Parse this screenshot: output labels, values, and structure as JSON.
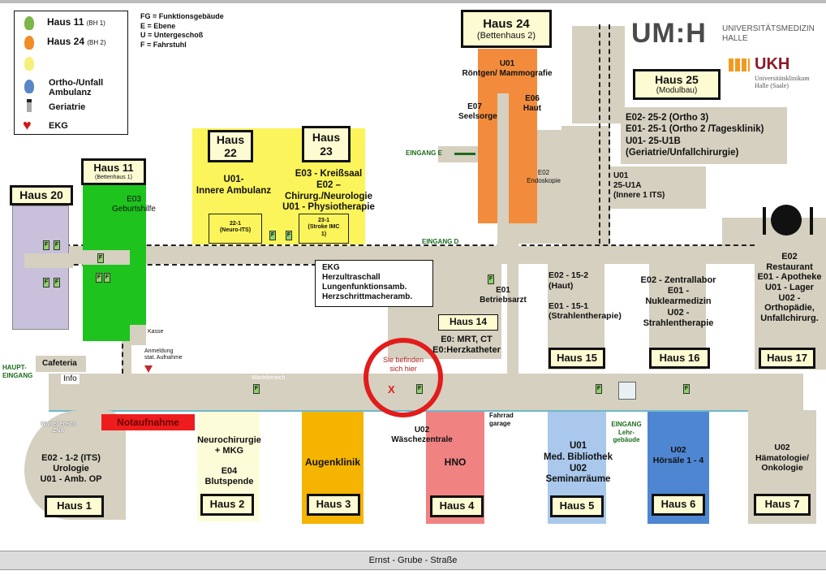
{
  "legend": {
    "items": [
      {
        "icon": "footprint-green",
        "label": "Haus 11",
        "sub": "(BH 1)",
        "color": "#7ab648"
      },
      {
        "icon": "footprint-orange",
        "label": "Haus 24",
        "sub": "(BH 2)",
        "color": "#f28c28"
      },
      {
        "icon": "footprint-yellow",
        "label": "",
        "color": "#f5f07a"
      },
      {
        "icon": "footprint-blue",
        "label": "Ortho-/Unfall Ambulanz",
        "color": "#5b86c5"
      },
      {
        "icon": "walker-person",
        "label": "Geriatrie"
      },
      {
        "icon": "heart",
        "label": "EKG",
        "color": "#d01818"
      }
    ]
  },
  "abbreviations": [
    "FG  = Funktionsgebäude",
    "E     = Ebene",
    "U    = Untergeschoß",
    "F     = Fahrstuhl"
  ],
  "logos": {
    "umh": "UM:H",
    "umh_text": "UNIVERSITÄTSMEDIZIN\nHALLE",
    "ukh": "UKH",
    "ukh_text": "Universitätsklinikum\nHalle (Saale)"
  },
  "buildings": {
    "h24": {
      "title": "Haus 24",
      "sub": "(Bettenhaus 2)",
      "u01": "U01\nRöntgen/ Mammografie",
      "e07": "E07\nSeelsorge",
      "e06": "E06\nHaut",
      "e02": "E02\nEndoskopie",
      "color": "#f28c3c"
    },
    "h25": {
      "title": "Haus 25",
      "sub": "(Modulbau)",
      "info": "E02- 25-2 (Ortho 3)\nE01- 25-1 (Ortho 2 /Tagesklinik)\nU01- 25-U1B\n(Geriatrie/Unfallchirurgie)",
      "info2": "U01\n25-U1A\n(Innere 1 ITS)"
    },
    "h22": {
      "title": "Haus\n22",
      "info": "U01-\nInnere Ambulanz",
      "room": "22-1\n(Neuro-ITS)"
    },
    "h23": {
      "title": "Haus\n23",
      "info": "E03 - Kreißsaal\nE02 –\nChirurg./Neurologie\nU01 - Physiotherapie",
      "room": "23-1\n(Stroke IMC\n1)",
      "color": "#fbf45a"
    },
    "h11": {
      "title": "Haus 11",
      "sub": "(Bettenhaus 1)",
      "info": "E03\nGeburtshilfe",
      "color": "#1ec31e"
    },
    "h20": {
      "title": "Haus 20",
      "color": "#c9c0dc"
    },
    "ekg": "EKG\nHerzultraschall\nLungenfunktionsamb.\nHerzschrittmacheramb.",
    "h14": {
      "title": "Haus 14",
      "info": "E0: MRT, CT\nE0:Herzkatheter"
    },
    "betriebsarzt": "E01\nBetriebsarzt",
    "h15": {
      "title": "Haus 15",
      "info": "E02 - 15-2\n(Haut)\n\nE01 - 15-1\n(Strahlentherapie)"
    },
    "h16": {
      "title": "Haus 16",
      "info": "E02 - Zentrallabor\nE01 -\nNuklearmedizin\nU02 -\nStrahlentherapie"
    },
    "h17": {
      "title": "Haus 17",
      "info": "E02\nRestaurant\nE01 - Apotheke\nU01 - Lager\nU02 -\nOrthopädie,\nUnfallchirurg."
    },
    "h1": {
      "title": "Haus 1",
      "info": "E02 - 1-2 (ITS)\nUrologie\nU01 - Amb. OP"
    },
    "h2": {
      "title": "Haus 2",
      "info": "Neurochirurgie\n+ MKG\n\nE04\nBlutspende"
    },
    "h3": {
      "title": "Haus 3",
      "info": "Augenklinik",
      "color": "#f5b400"
    },
    "h4": {
      "title": "Haus 4",
      "info": "HNO",
      "u02": "U02\nWäschezentrale",
      "color": "#f08282"
    },
    "h5": {
      "title": "Haus 5",
      "info": "U01\nMed. Bibliothek\nU02\nSeminarräume",
      "color": "#a9c8ec"
    },
    "h6": {
      "title": "Haus 6",
      "info": "U02\nHörsäle 1 - 4",
      "color": "#4f86d2"
    },
    "h7": {
      "title": "Haus 7",
      "info": "U02\nHämatologie/\nOnkologie"
    }
  },
  "labels": {
    "eingang_e": "EINGANG E",
    "eingang_d": "EINGANG D",
    "haupteingang": "HAUPT-\nEINGANG",
    "cafeteria": "Cafeteria",
    "info": "Info",
    "kasse": "Kasse",
    "anmeldung": "Anmeldung\nstat. Aufnahme",
    "wartebereich": "Wartebereich",
    "wartebereich_zna": "Wartebereich\nZNA",
    "notaufnahme": "Notaufnahme",
    "fahrrad": "Fahrrad\ngarage",
    "eingang_lehr": "EINGANG\nLehr-\ngebäude",
    "you_are_here": "Sie befinden\nsich hier",
    "you_mark": "X",
    "street": "Ernst - Grube - Straße",
    "elevator": "F"
  }
}
